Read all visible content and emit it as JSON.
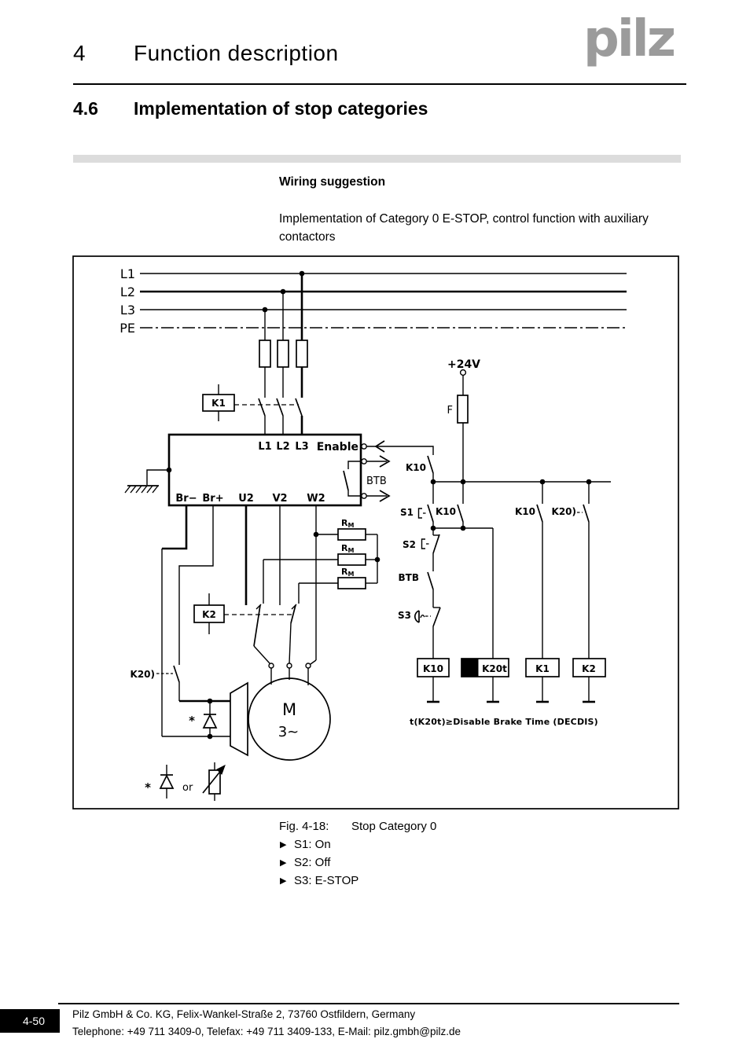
{
  "header": {
    "chapter_number": "4",
    "chapter_title": "Function description",
    "logo_text": "pilz"
  },
  "section": {
    "number": "4.6",
    "title": "Implementation of stop categories"
  },
  "intro": {
    "subheading": "Wiring suggestion",
    "paragraph": "Implementation of Category 0 E-STOP, control function with auxiliary contactors"
  },
  "diagram": {
    "rails": [
      "L1",
      "L2",
      "L3",
      "PE"
    ],
    "k1_coil": "K1",
    "drive": {
      "in_l1": "L1",
      "in_l2": "L2",
      "in_l3": "L3",
      "enable": "Enable",
      "btb": "BTB",
      "br_minus": "Br−",
      "br_plus": "Br+",
      "u2": "U2",
      "v2": "V2",
      "w2": "W2"
    },
    "resistor_main": "R",
    "resistor_sub": "M",
    "k2_coil": "K2",
    "k20_left": "K20)",
    "motor": {
      "letter": "M",
      "phases": "3~"
    },
    "star": "*",
    "or_text": "or",
    "supply": "+24V",
    "fuse": "F",
    "k10_enable": "K10",
    "s1": "S1",
    "k10_hold": "K10",
    "s2": "S2",
    "btb_contact": "BTB",
    "s3": "S3",
    "k10_right": "K10",
    "k20_right": "K20)",
    "coils": {
      "k10": "K10",
      "k20t": "K20t",
      "k1": "K1",
      "k2": "K2"
    },
    "note": "t(K20t)≥Disable Brake Time (DECDIS)"
  },
  "caption": {
    "fig_label": "Fig. 4-18:",
    "fig_title": "Stop Category 0",
    "bullet_icon": "▶",
    "bullets": [
      "S1: On",
      "S2: Off",
      "S3: E-STOP"
    ]
  },
  "footer": {
    "page_badge": "4-50",
    "address_line": "Pilz GmbH & Co. KG, Felix-Wankel-Straße 2, 73760 Ostfildern, Germany",
    "contact_line": "Telephone: +49 711 3409-0, Telefax: +49 711 3409-133, E-Mail: pilz.gmbh@pilz.de"
  },
  "colors": {
    "logo_gray": "#9b9b9b",
    "bar_gray": "#dcdcdc",
    "ink": "#000000"
  }
}
